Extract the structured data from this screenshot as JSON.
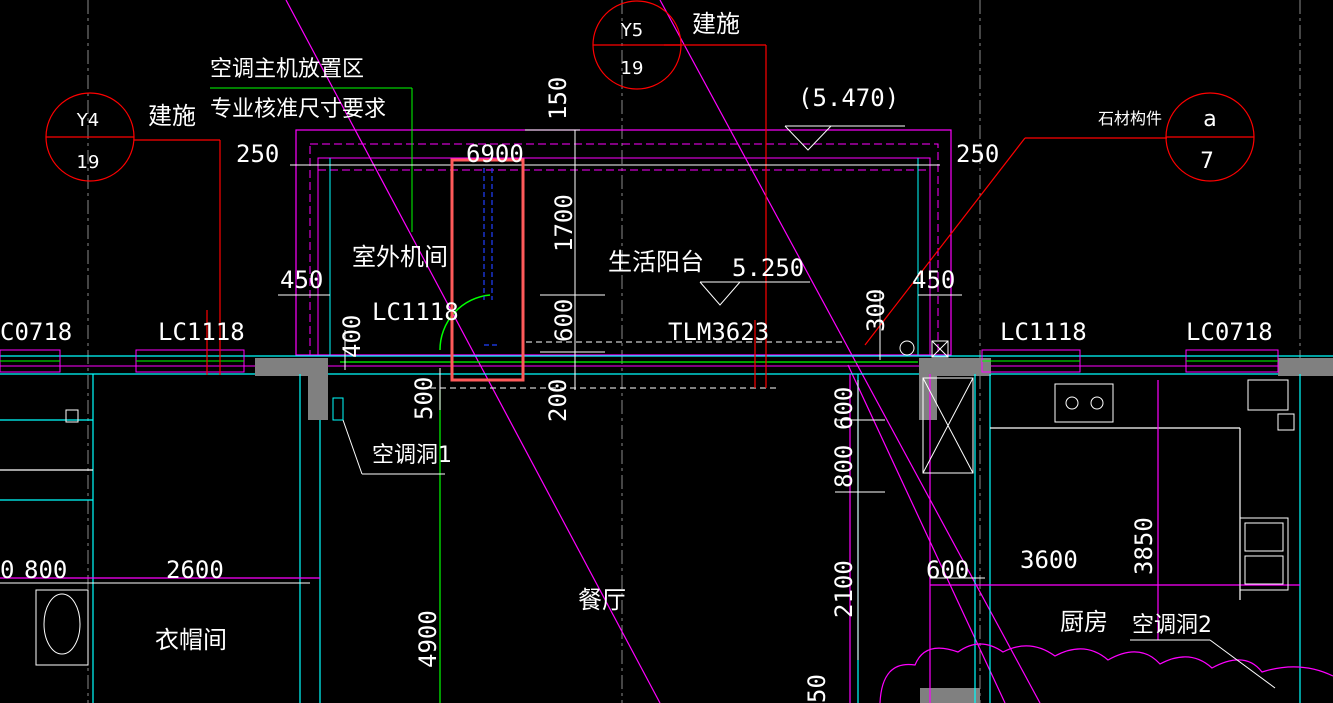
{
  "colors": {
    "background": "#000000",
    "text": "#ffffff",
    "magenta": "#ff00ff",
    "red": "#ff0000",
    "cyan": "#00ffff",
    "green": "#00ff00",
    "grey": "#808080",
    "blue": "#2040ff",
    "highlight": "#ff5a5a",
    "axis": "#8a8a8a"
  },
  "callouts": {
    "y4": {
      "top": "Y4",
      "bottom": "19",
      "label": "建施"
    },
    "y5": {
      "top": "Y5",
      "bottom": "19",
      "label": "建施"
    },
    "a7": {
      "top": "a",
      "bottom": "7",
      "label": "石材构件"
    }
  },
  "notes": {
    "ac_zone_line1": "空调主机放置区",
    "ac_zone_line2": "专业核准尺寸要求"
  },
  "rooms": {
    "outdoor_unit": "室外机间",
    "service_balcony": "生活阳台",
    "dining": "餐厅",
    "cloakroom": "衣帽间",
    "kitchen": "厨房"
  },
  "openings": {
    "ac_hole_1": "空调洞1",
    "ac_hole_2": "空调洞2"
  },
  "windows": {
    "lc0718_left": "C0718",
    "lc1118_a": "LC1118",
    "lc1118_b": "LC1118",
    "tlm3623": "TLM3623",
    "lc1118_c": "LC1118",
    "lc0718_right": "LC0718"
  },
  "elevations": {
    "top": "(5.470)",
    "balcony": "5.250"
  },
  "dimensions": {
    "d250_left": "250",
    "d6900": "6900",
    "d250_right": "250",
    "d150": "150",
    "d1700": "1700",
    "d600_mid": "600",
    "d200": "200",
    "d450_left": "450",
    "d450_right": "450",
    "d400": "400",
    "d500": "500",
    "d300": "300",
    "d600_right": "600",
    "d800_right": "800",
    "d2100": "2100",
    "d600_kitchen": "600",
    "d3600": "3600",
    "d3850": "3850",
    "d4900": "4900",
    "d800_left": "800",
    "d2600": "2600",
    "d50": "50",
    "d0_left": "0"
  }
}
